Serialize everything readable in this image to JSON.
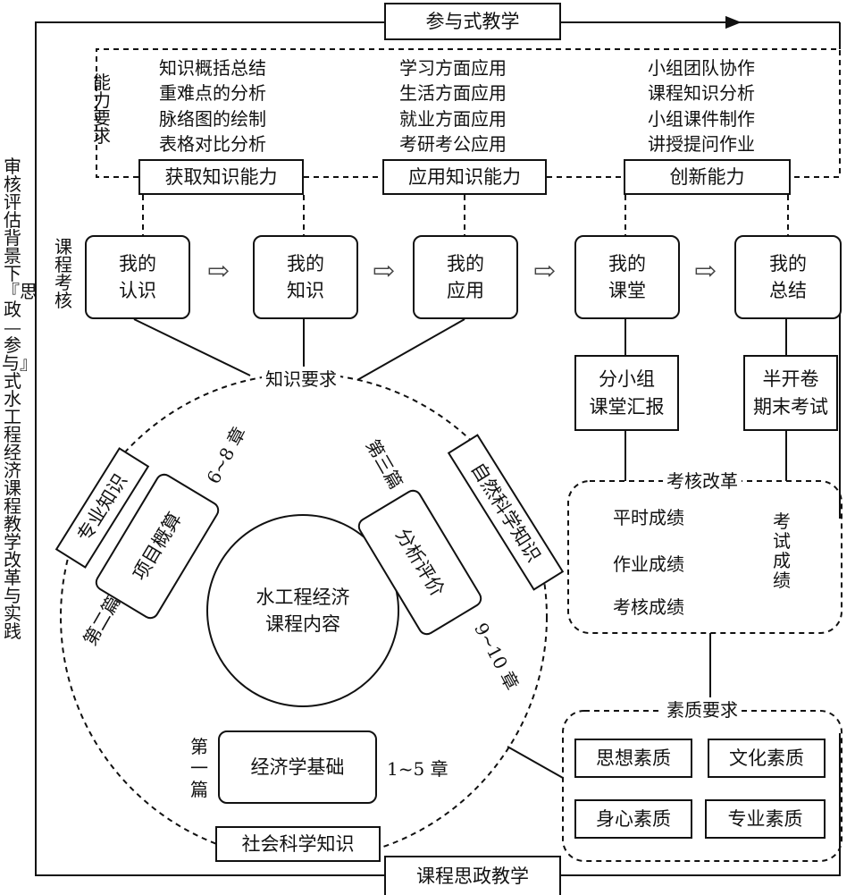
{
  "side_title": "审核评估背景下『思政—参与』式水工程经济课程教学改革与实践",
  "top_title": "参与式教学",
  "bottom_title": "课程思政教学",
  "ability": {
    "label": "能力要求",
    "columns": [
      {
        "items": "知识概括总结\n重难点的分析\n脉络图的绘制\n表格对比分析",
        "box": "获取知识能力"
      },
      {
        "items": "学习方面应用\n生活方面应用\n就业方面应用\n考研考公应用",
        "box": "应用知识能力"
      },
      {
        "items": "小组团队协作\n课程知识分析\n小组课件制作\n讲授提问作业",
        "box": "创新能力"
      }
    ]
  },
  "course_assessment": {
    "label": "课程考核",
    "steps": [
      "我的\n认识",
      "我的\n知识",
      "我的\n应用",
      "我的\n课堂",
      "我的\n总结"
    ],
    "arrow_glyph": "⇨"
  },
  "knowledge_requirement": "知识要求",
  "classroom_report": "分小组\n课堂汇报",
  "final_exam": "半开卷\n期末考试",
  "assessment_reform": {
    "title": "考核改革",
    "items": [
      "平时成绩",
      "作业成绩",
      "考核成绩"
    ],
    "exam_score": "考试成绩"
  },
  "quality": {
    "title": "素质要求",
    "items": [
      "思想素质",
      "文化素质",
      "身心素质",
      "专业素质"
    ]
  },
  "course_content": {
    "center": "水工程经济\n课程内容",
    "part1": {
      "label": "第一篇",
      "box": "经济学基础",
      "chapters": "1~5 章"
    },
    "part2": {
      "label": "第二篇",
      "box": "项目概算",
      "chapters": "6~8 章",
      "knowledge": "专业知识"
    },
    "part3": {
      "label": "第三篇",
      "box": "分析评价",
      "chapters": "9~10 章",
      "knowledge": "自然科学知识"
    },
    "social_knowledge": "社会科学知识"
  }
}
